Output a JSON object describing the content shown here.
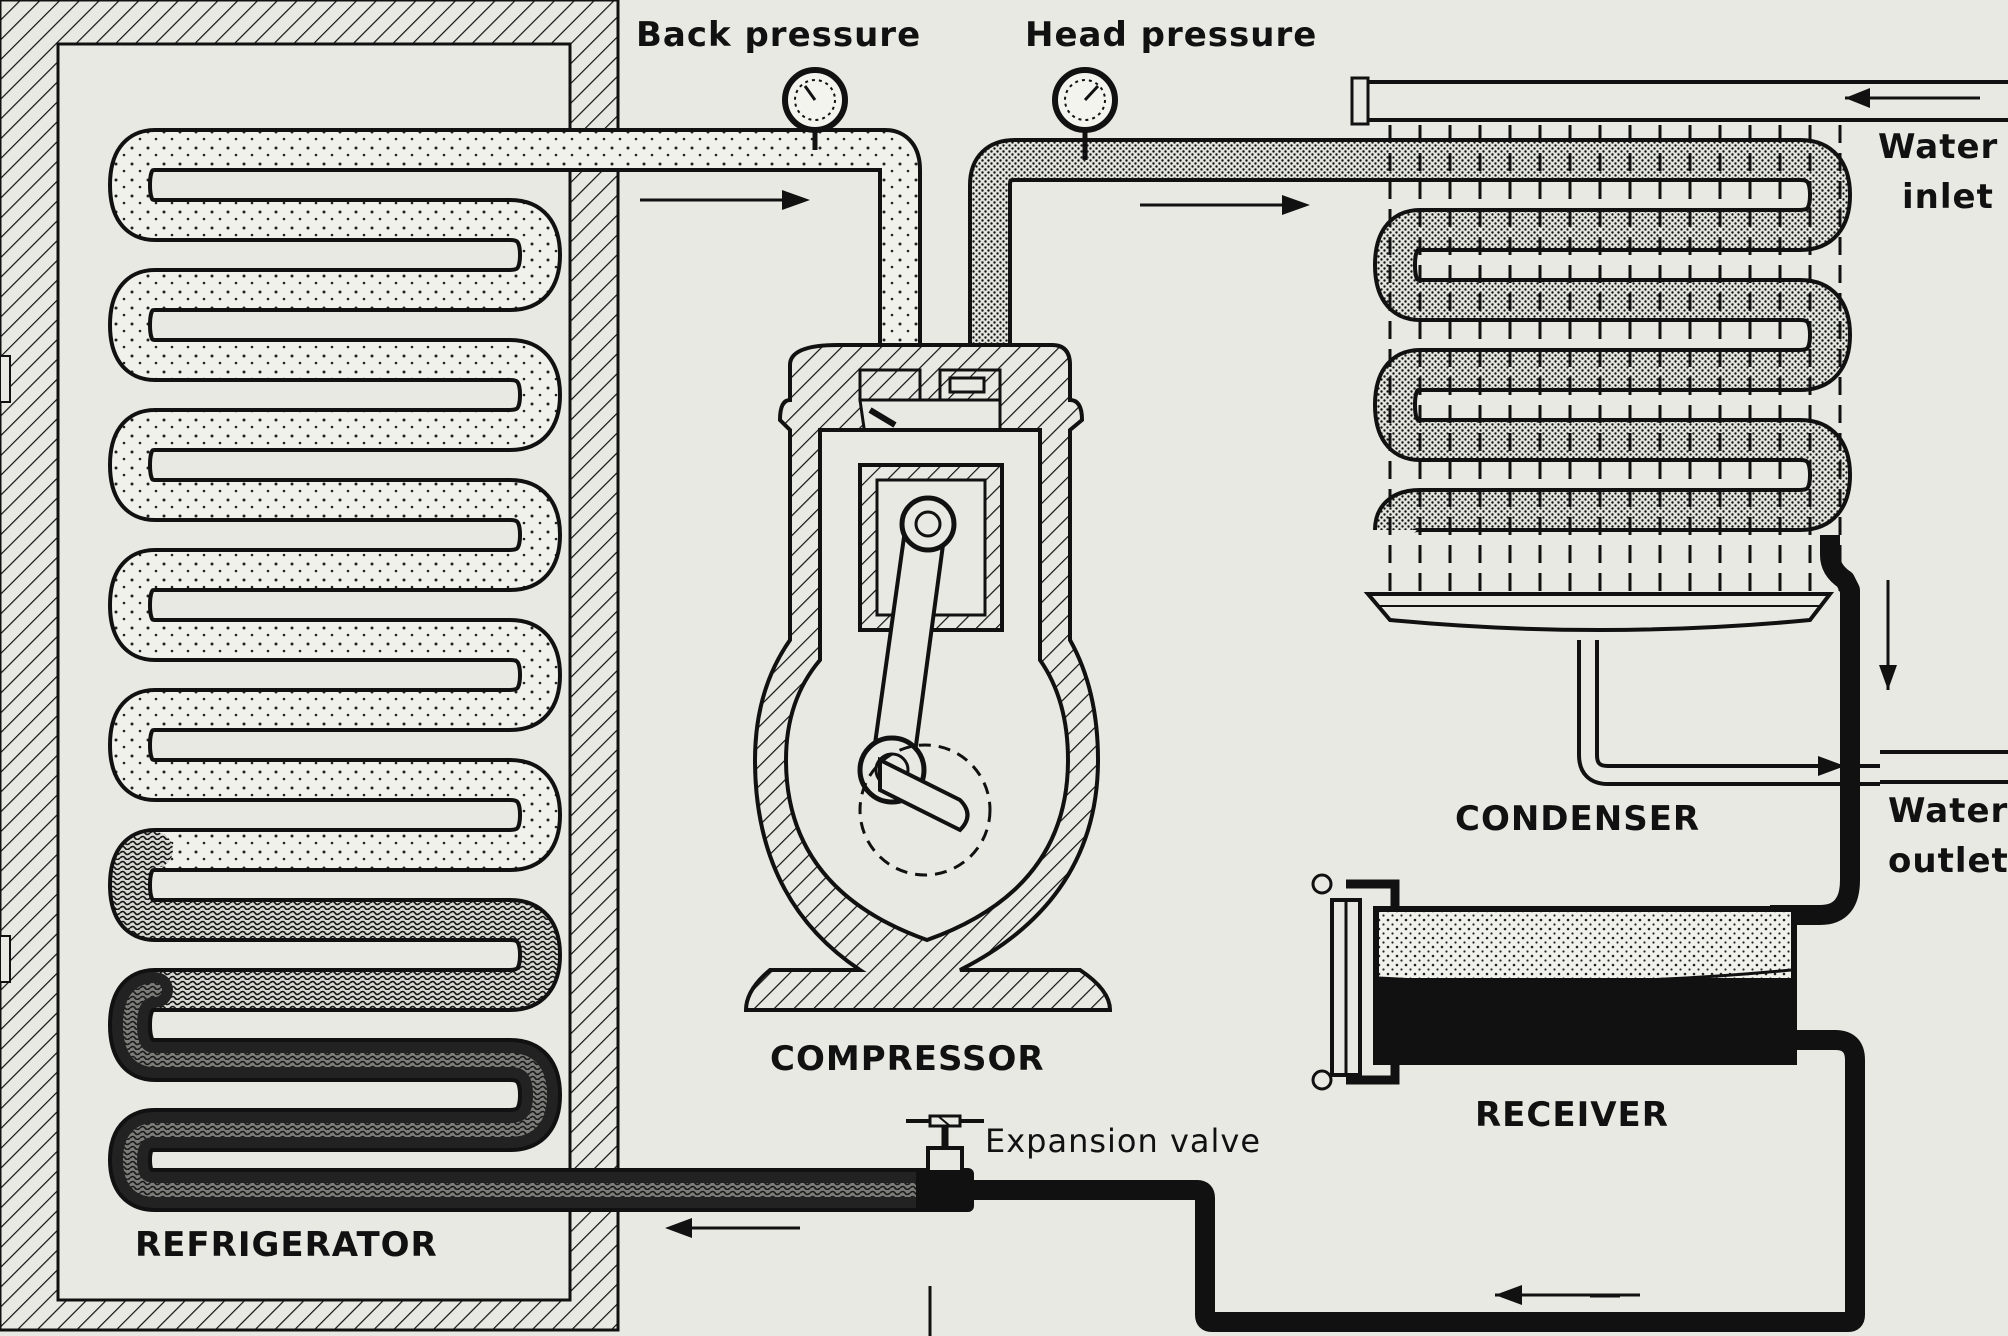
{
  "labels": {
    "back_pressure": "Back pressure",
    "head_pressure": "Head pressure",
    "water_inlet_1": "Water",
    "water_inlet_2": "inlet",
    "water_outlet_1": "Water",
    "water_outlet_2": "outlet",
    "condenser": "CONDENSER",
    "compressor": "COMPRESSOR",
    "receiver": "RECEIVER",
    "expansion_valve": "Expansion valve",
    "refrigerator": "REFRIGERATOR"
  },
  "colors": {
    "ink": "#111111",
    "paper": "#e9e9e4"
  }
}
